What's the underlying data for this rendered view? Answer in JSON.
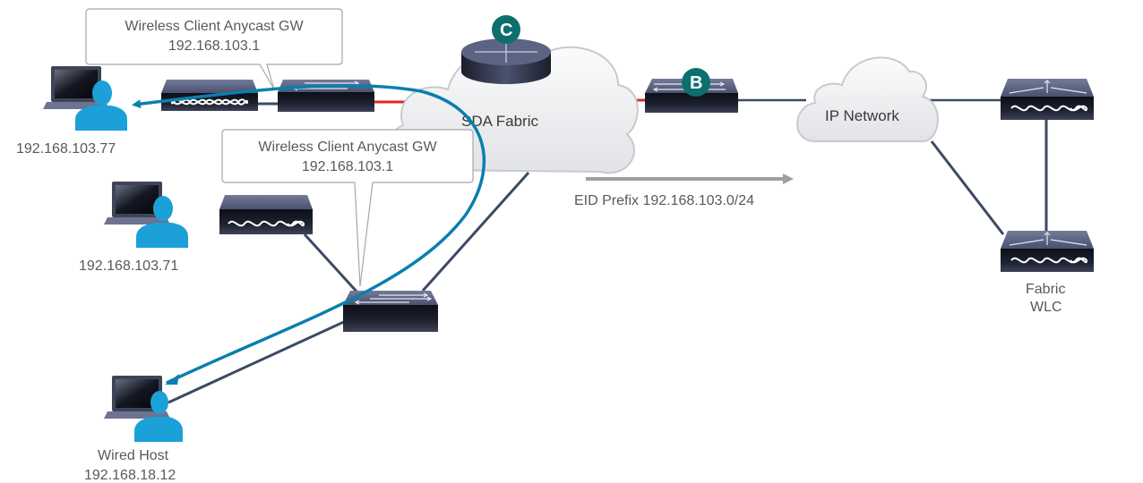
{
  "colors": {
    "link": "#3c4a63",
    "fabric_link": "#e0261d",
    "traffic_arrow": "#0b7fae",
    "eid_arrow": "#9d9fa3",
    "host_person": "#1ba0d8",
    "badge": "#0d6e6e",
    "cloud_fill": "#f1f2f4",
    "cloud_stroke": "#c8cacd",
    "device_dark": "#1c1f2b",
    "device_top": "#5c6484"
  },
  "clouds": {
    "sda_fabric": "SDA Fabric",
    "ip_network": "IP Network"
  },
  "badges": {
    "control_plane": "C",
    "border": "B"
  },
  "callouts": [
    {
      "line1": "Wireless Client Anycast GW",
      "line2": "192.168.103.1"
    },
    {
      "line1": "Wireless Client Anycast GW",
      "line2": "192.168.103.1"
    }
  ],
  "hosts": [
    {
      "label": "192.168.103.77"
    },
    {
      "label": "192.168.103.71"
    },
    {
      "label1": "Wired Host",
      "label2": "192.168.18.12"
    }
  ],
  "wlc": {
    "line1": "Fabric",
    "line2": "WLC"
  },
  "eid_prefix": "EID Prefix 192.168.103.0/24"
}
